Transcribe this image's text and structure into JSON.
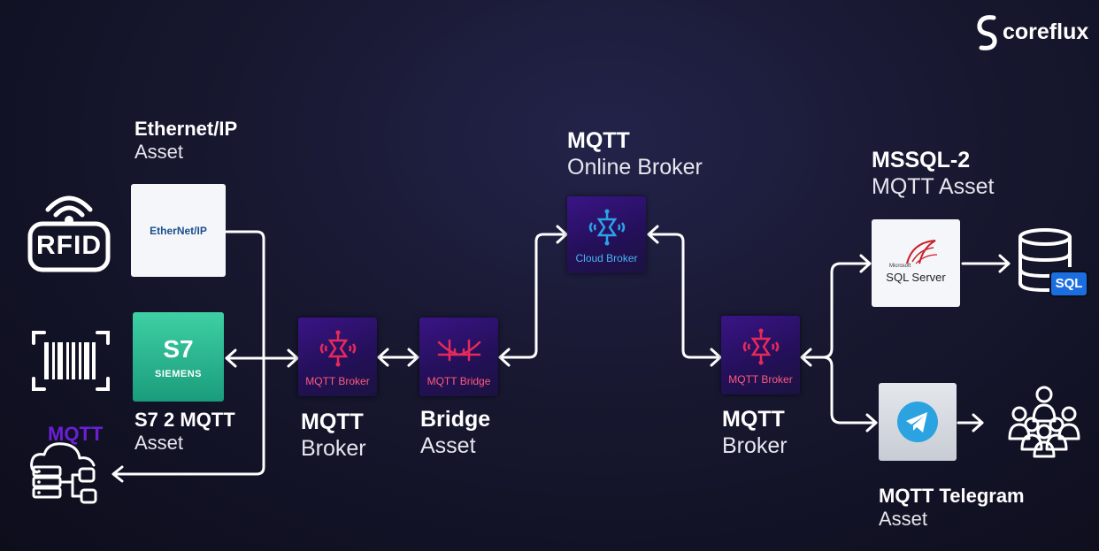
{
  "brand": {
    "name": "coreflux"
  },
  "labels": {
    "ethernet_title": "Ethernet/IP",
    "ethernet_sub": "Asset",
    "s7_title": "S7 2 MQTT",
    "s7_sub": "Asset",
    "broker1_title": "MQTT",
    "broker1_sub": "Broker",
    "bridge_title": "Bridge",
    "bridge_sub": "Asset",
    "online_title": "MQTT",
    "online_sub": "Online Broker",
    "broker2_title": "MQTT",
    "broker2_sub": "Broker",
    "mssql_title": "MSSQL-2",
    "mssql_sub": "MQTT Asset",
    "telegram_title": "MQTT Telegram",
    "telegram_sub": "Asset"
  },
  "boxes": {
    "ethernet_logo": "EtherNet/IP",
    "s7_logo": "S7",
    "s7_brand": "SIEMENS",
    "broker1_caption": "MQTT Broker",
    "bridge_caption": "MQTT Bridge",
    "cloud_caption": "Cloud Broker",
    "broker2_caption": "MQTT Broker",
    "sql_small": "Microsoft",
    "sql_logo": "SQL Server"
  },
  "icons": {
    "rfid_text": "RFID",
    "mqtt_text": "MQTT",
    "sql_badge": "SQL"
  },
  "colors": {
    "node_accent": "#e8295a",
    "cloud_accent": "#2aa3e8",
    "mqtt_purple": "#6a1fd6",
    "telegram_blue": "#2aa3e0",
    "badge_blue": "#1a6ee0"
  }
}
